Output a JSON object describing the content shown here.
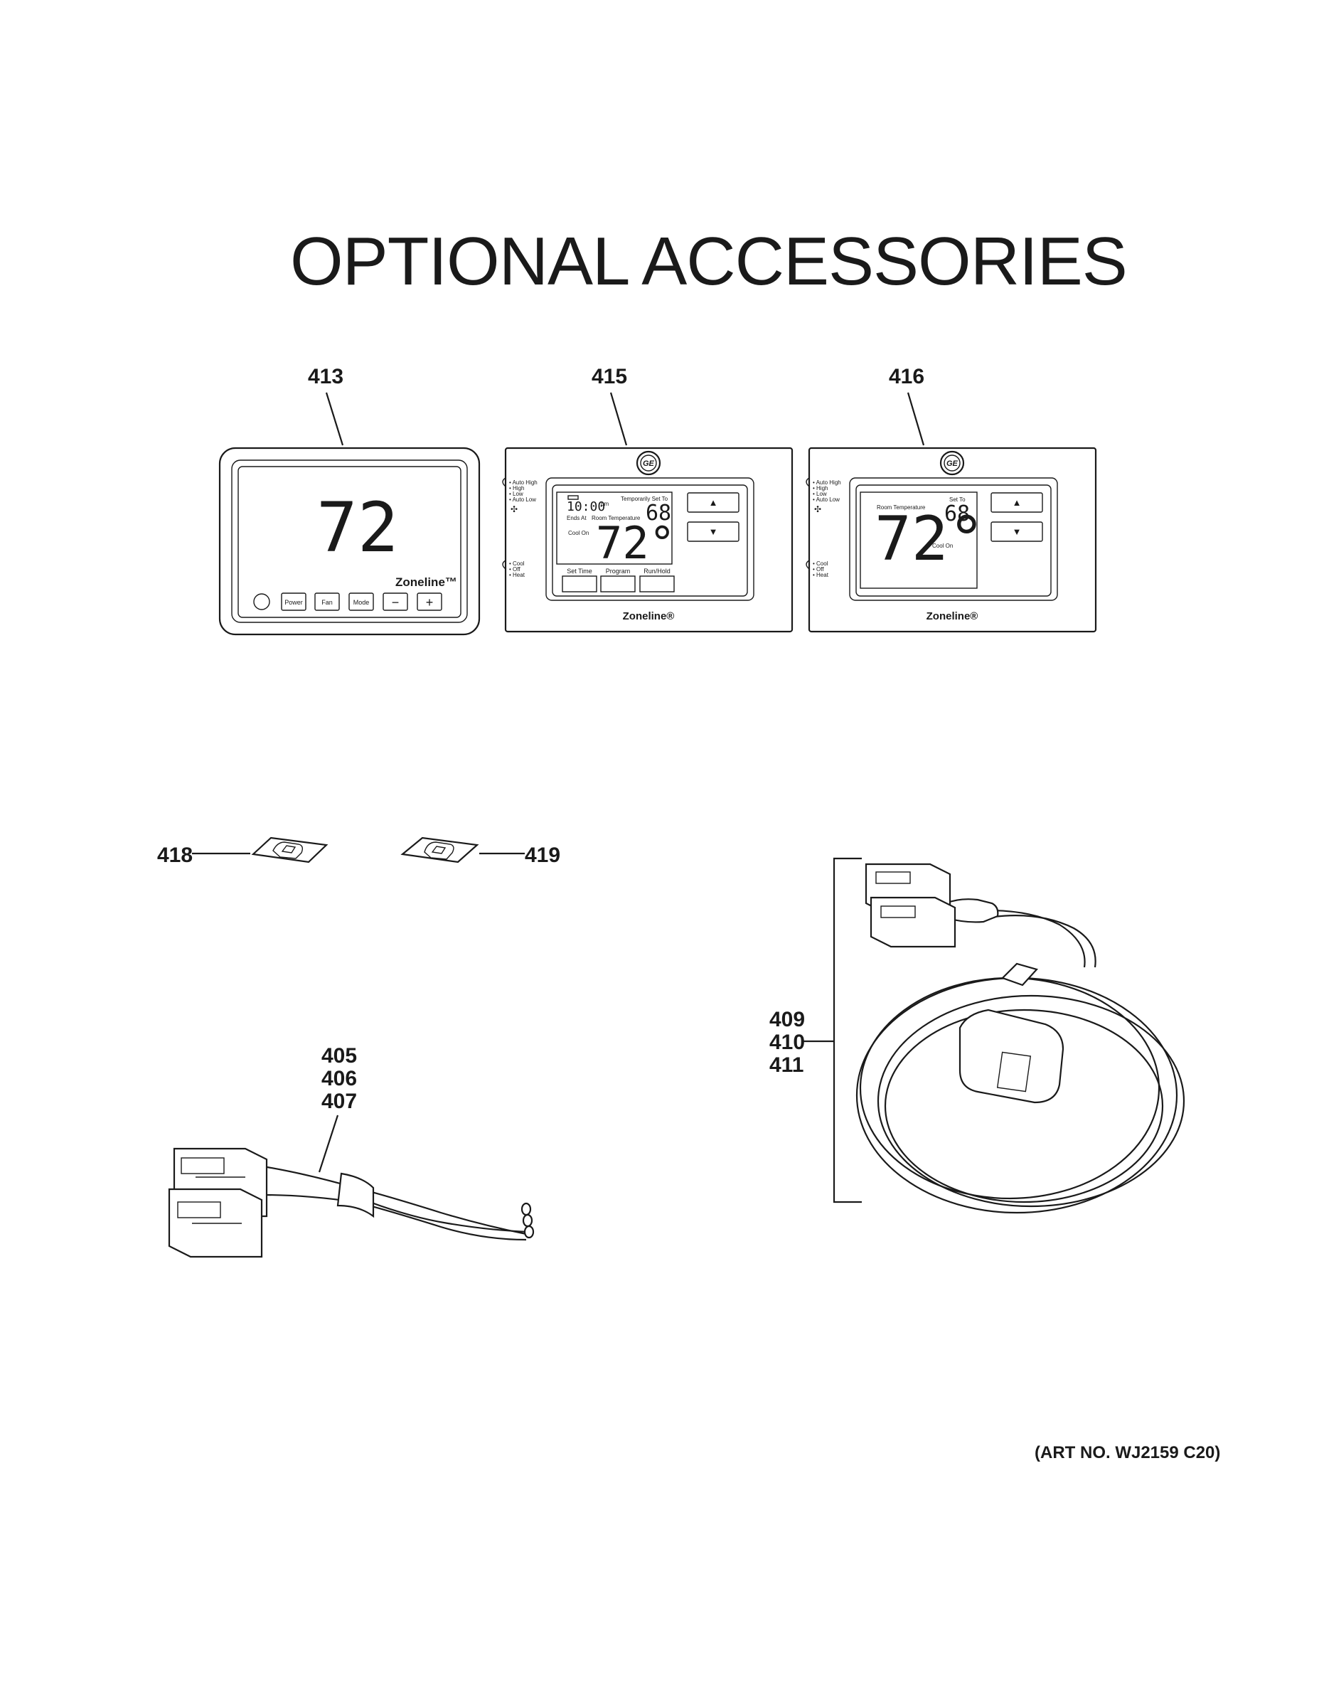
{
  "title": "OPTIONAL ACCESSORIES",
  "callouts": {
    "c413": "413",
    "c415": "415",
    "c416": "416",
    "c418": "418",
    "c419": "419",
    "c405": "405",
    "c406": "406",
    "c407": "407",
    "c409": "409",
    "c410": "410",
    "c411": "411"
  },
  "thermostat_413": {
    "temp": "72",
    "brand": "Zoneline™",
    "buttons": [
      "Power",
      "Fan",
      "Mode",
      "−",
      "+"
    ]
  },
  "thermostat_415": {
    "fan_modes": [
      "• Auto High",
      "• High",
      "• Low",
      "• Auto Low"
    ],
    "sys_modes": [
      "• Cool",
      "• Off",
      "• Heat"
    ],
    "clock": "10:00",
    "clock_suffix": "pm",
    "ends_at": "Ends At",
    "temporarily_set_to": "Temporarily Set To",
    "set_temp": "68",
    "room_temperature": "Room Temperature",
    "temp": "72°",
    "cool_on": "Cool On",
    "buttons": [
      "Set Time",
      "Program",
      "Run/Hold"
    ],
    "up": "▲",
    "down": "▼",
    "brand": "Zoneline®"
  },
  "thermostat_416": {
    "fan_modes": [
      "• Auto High",
      "• High",
      "• Low",
      "• Auto Low"
    ],
    "sys_modes": [
      "• Cool",
      "• Off",
      "• Heat"
    ],
    "room_temperature": "Room Temperature",
    "set_to": "Set To",
    "set_temp": "68",
    "temp": "72°",
    "cool_on": "Cool On",
    "up": "▲",
    "down": "▼",
    "brand": "Zoneline®"
  },
  "art_number": "(ART NO. WJ2159 C20)"
}
